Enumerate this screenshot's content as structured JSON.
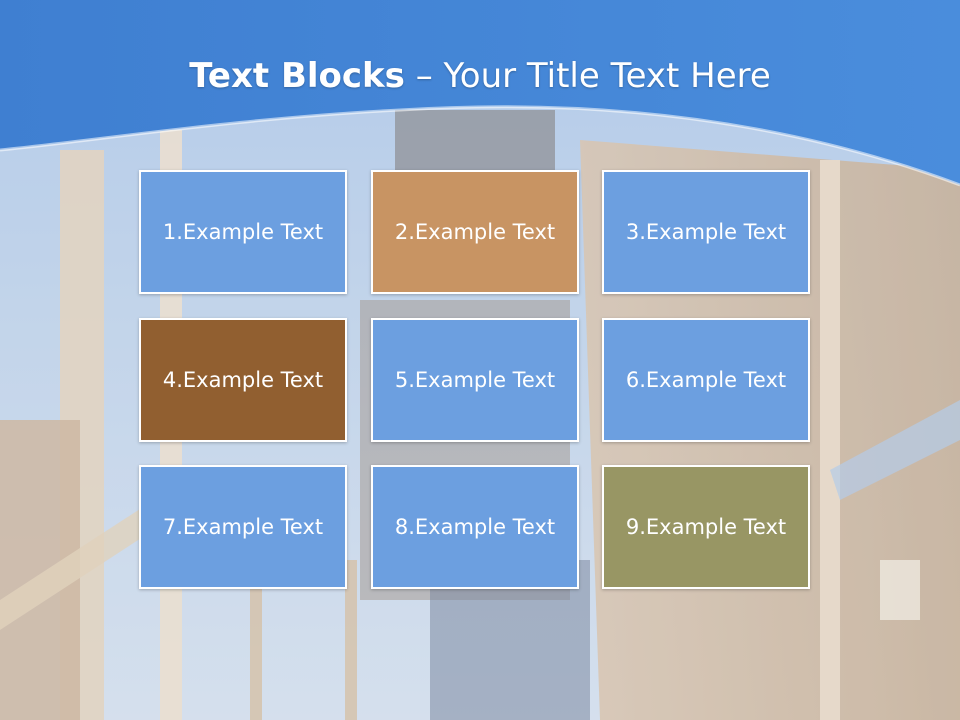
{
  "slide": {
    "title_bold": "Text Blocks",
    "title_separator": " – ",
    "title_rest": "Your Title Text Here"
  },
  "blocks": [
    {
      "label": "1.Example Text",
      "color": "#6c9fe0"
    },
    {
      "label": "2.Example Text",
      "color": "#c89463"
    },
    {
      "label": "3.Example Text",
      "color": "#6c9fe0"
    },
    {
      "label": "4.Example Text",
      "color": "#915f30"
    },
    {
      "label": "5.Example Text",
      "color": "#6c9fe0"
    },
    {
      "label": "6.Example Text",
      "color": "#6c9fe0"
    },
    {
      "label": "7.Example Text",
      "color": "#6c9fe0"
    },
    {
      "label": "8.Example Text",
      "color": "#6c9fe0"
    },
    {
      "label": "9.Example Text",
      "color": "#989664"
    }
  ],
  "colors": {
    "header_blue": "#3d7dd0",
    "sky_light": "#b9cde6"
  }
}
